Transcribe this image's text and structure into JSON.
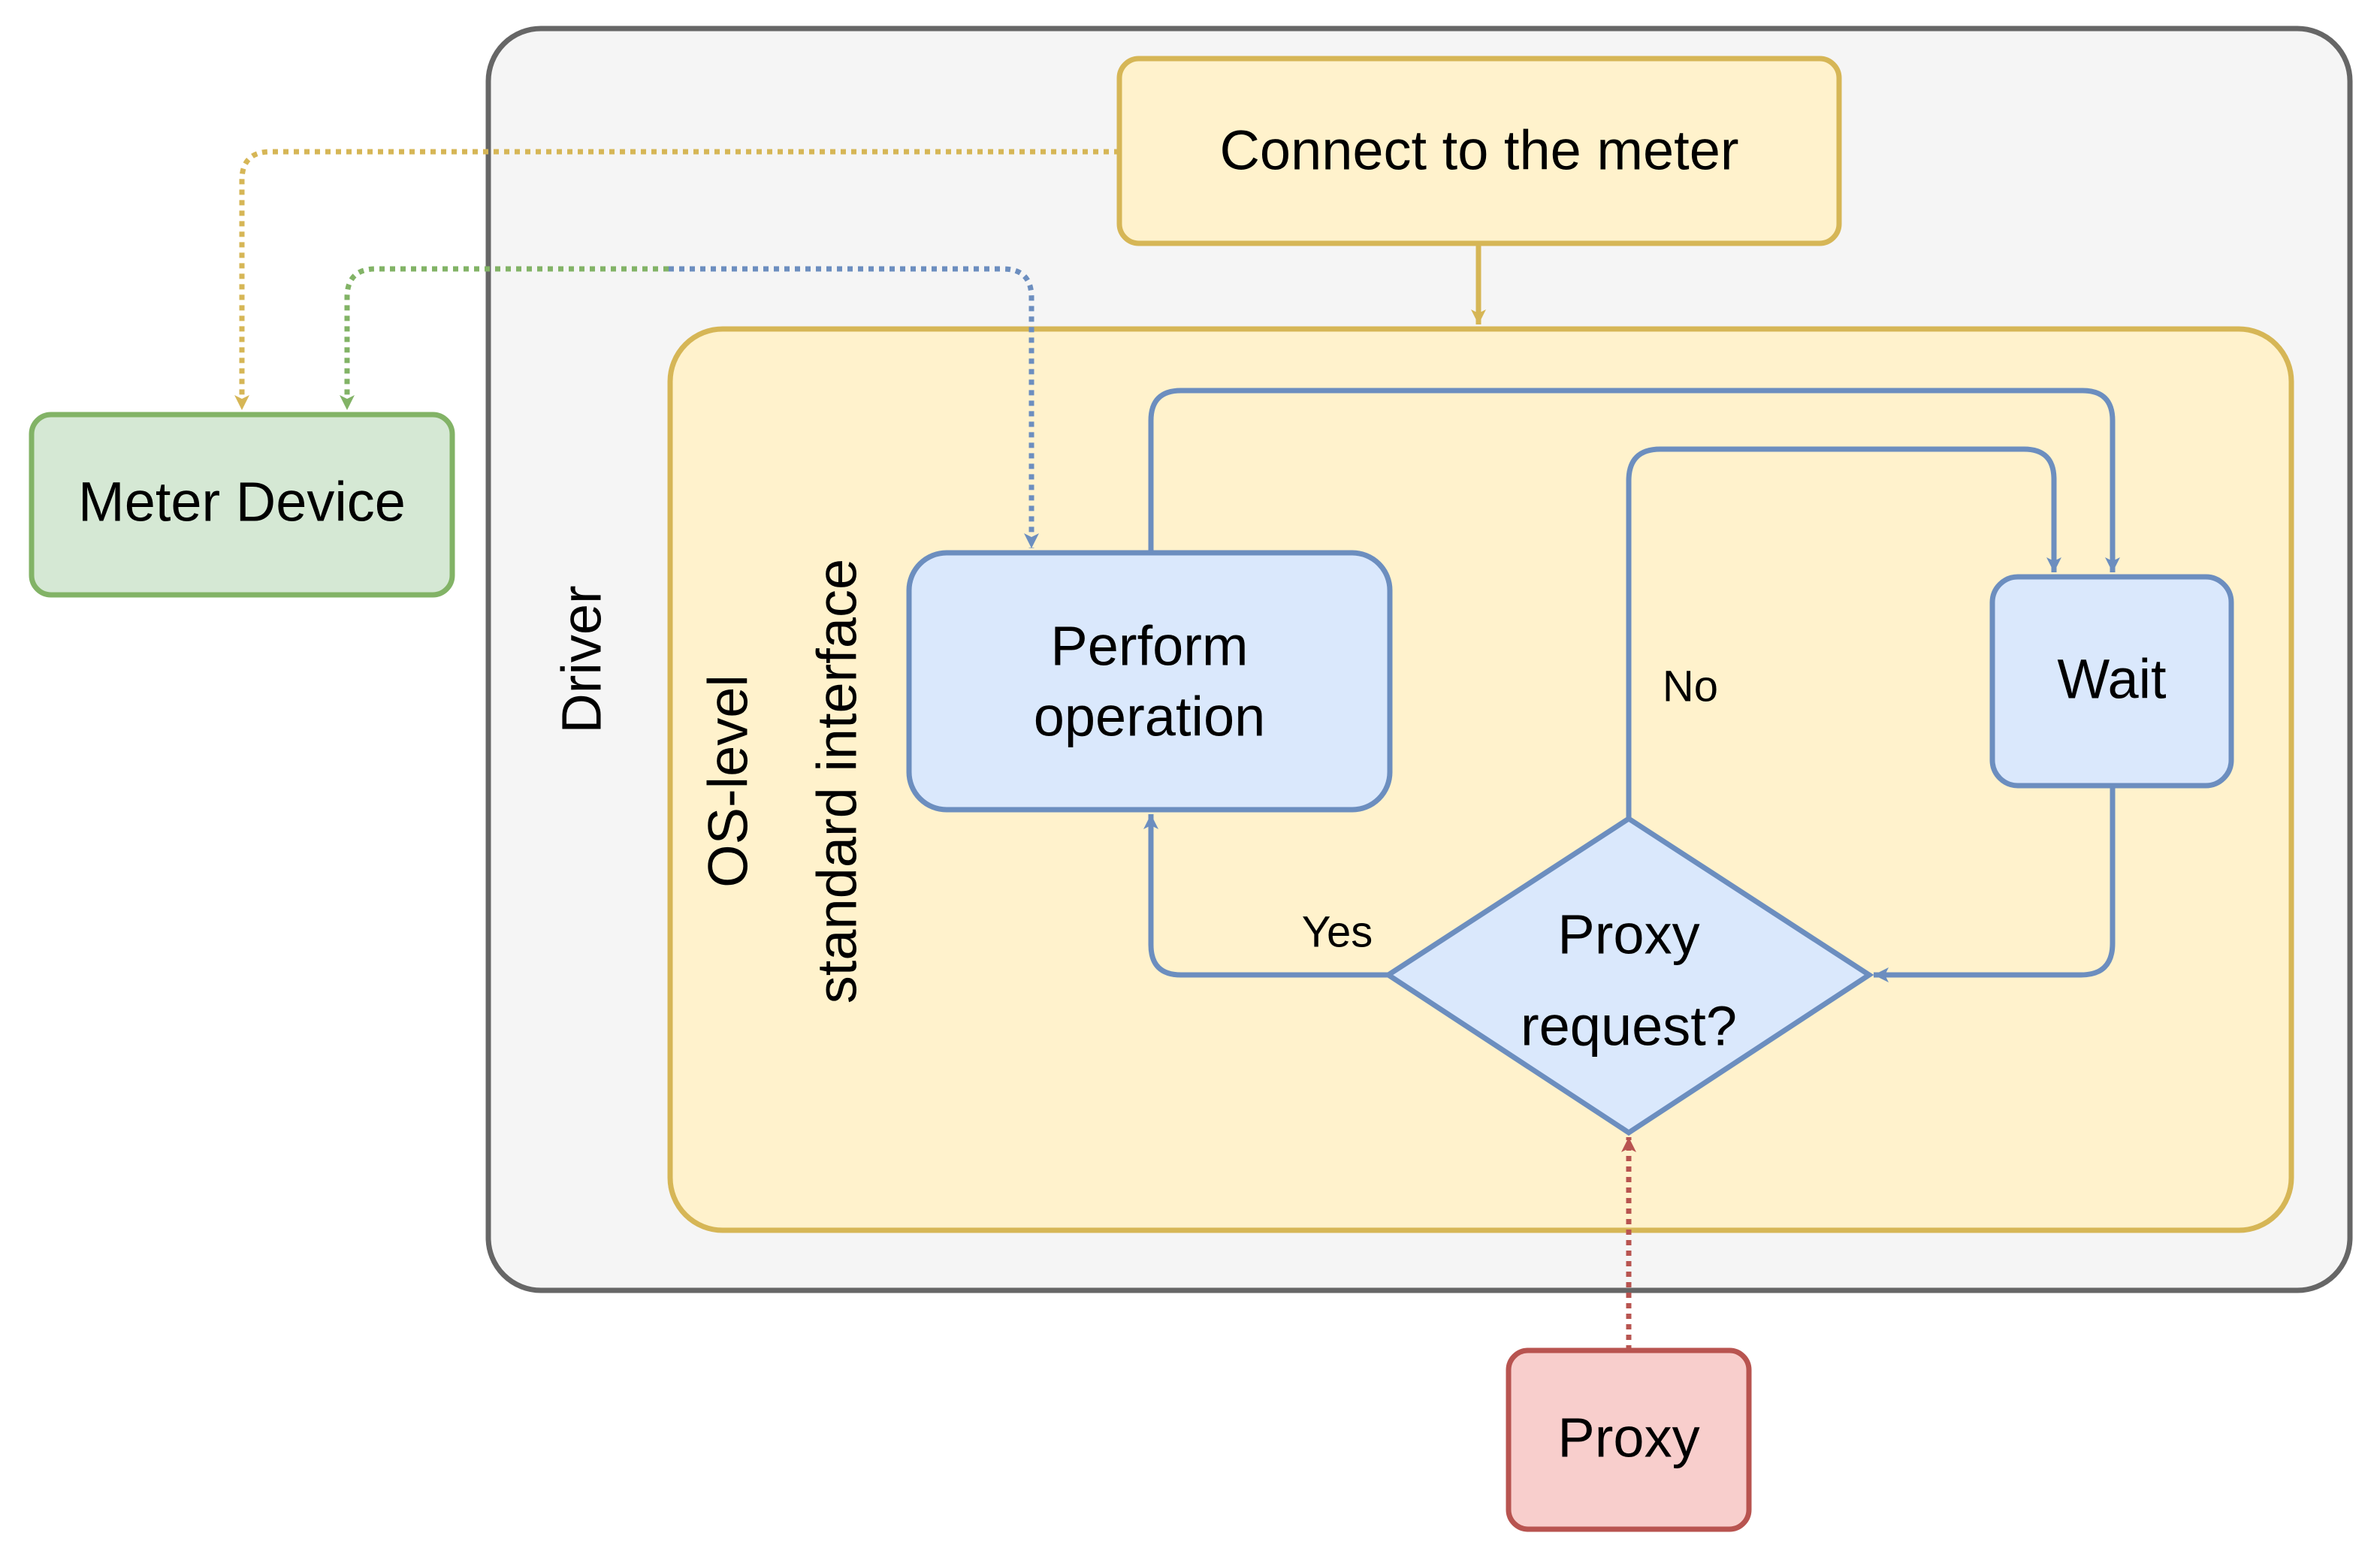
{
  "diagram": {
    "containers": {
      "driver": {
        "label": "Driver",
        "fill": "#f5f5f5",
        "stroke": "#666666"
      },
      "os_interface": {
        "label_line1": "OS-level",
        "label_line2": "standard interface",
        "fill": "#fff2cc",
        "stroke": "#d6b656"
      }
    },
    "nodes": {
      "connect": {
        "label": "Connect to the meter",
        "fill": "#fff2cc",
        "stroke": "#d6b656"
      },
      "meter_device": {
        "label": "Meter Device",
        "fill": "#d5e8d4",
        "stroke": "#82b366"
      },
      "perform": {
        "label_line1": "Perform",
        "label_line2": "operation",
        "fill": "#dae8fc",
        "stroke": "#6c8ebf"
      },
      "wait": {
        "label": "Wait",
        "fill": "#dae8fc",
        "stroke": "#6c8ebf"
      },
      "decision": {
        "label_line1": "Proxy",
        "label_line2": "request?",
        "fill": "#dae8fc",
        "stroke": "#6c8ebf"
      },
      "proxy": {
        "label": "Proxy",
        "fill": "#f8cecc",
        "stroke": "#b85450"
      }
    },
    "edge_labels": {
      "yes": "Yes",
      "no": "No"
    }
  }
}
